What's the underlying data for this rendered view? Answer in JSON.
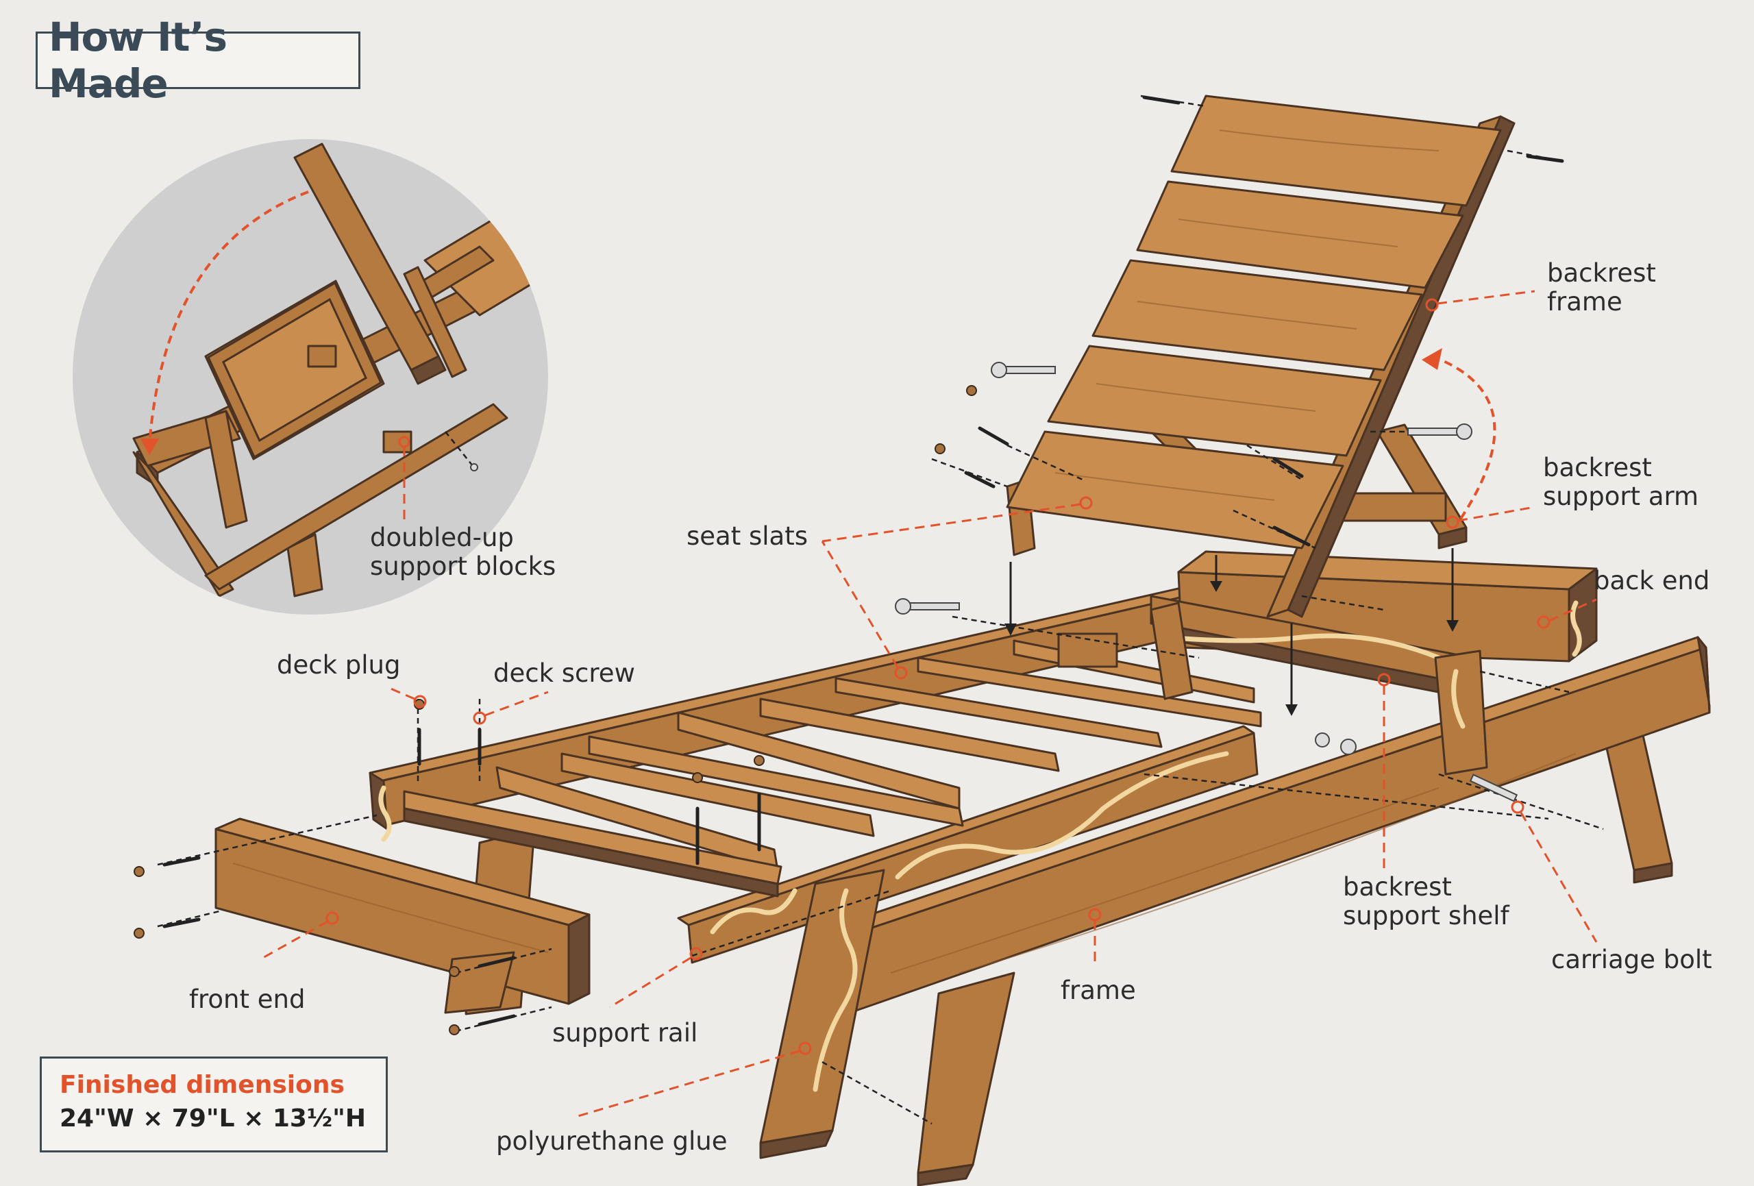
{
  "title": "How It’s Made",
  "labels": {
    "backrest_frame": [
      "backrest",
      "frame"
    ],
    "backrest_support_arm": [
      "backrest",
      "support arm"
    ],
    "back_end": "back end",
    "seat_slats": "seat slats",
    "doubled_up_support_blocks": [
      "doubled-up",
      "support blocks"
    ],
    "deck_plug": "deck plug",
    "deck_screw": "deck screw",
    "front_end": "front end",
    "support_rail": "support rail",
    "polyurethane_glue": "polyurethane glue",
    "frame": "frame",
    "backrest_support_shelf": [
      "backrest",
      "support shelf"
    ],
    "carriage_bolt": "carriage bolt"
  },
  "dimensions": {
    "heading": "Finished dimensions",
    "value": "24\"W × 79\"L × 13½\"H"
  },
  "colors": {
    "background": "#eeece8",
    "wood": "#b57a3f",
    "wood_dark": "#6b4a33",
    "callout": "#e2522b",
    "glue": "#f2d7a0",
    "inset_circle": "#cfcfcf"
  }
}
